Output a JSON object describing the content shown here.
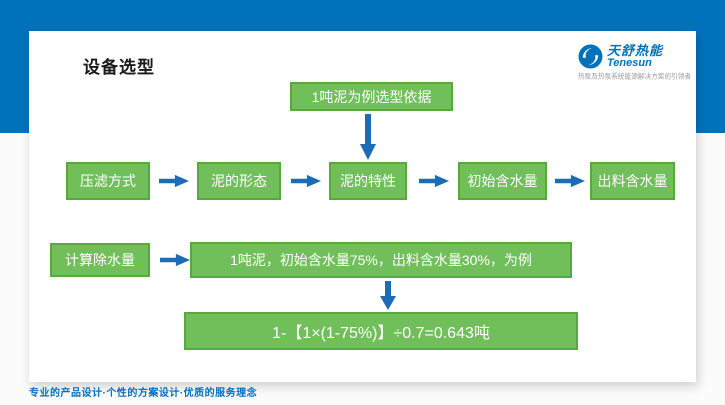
{
  "page": {
    "title": "设备选型",
    "footer": "专业的产品设计·个性的方案设计·优质的服务理念"
  },
  "logo": {
    "name_cn": "天舒热能",
    "name_en": "Tenesun",
    "tagline": "热泵及热泵系统能源解决方案的引领者"
  },
  "flow": {
    "top_box": "1吨泥为例选型依据",
    "steps": [
      "压滤方式",
      "泥的形态",
      "泥的特性",
      "初始含水量",
      "出料含水量"
    ],
    "calc_label": "计算除水量",
    "example": "1吨泥，初始含水量75%，出料含水量30%，为例",
    "formula": "1-【1×(1-75%)】÷0.7=0.643吨"
  },
  "colors": {
    "band_blue": "#0072BC",
    "box_green_fill": "#71BF5B",
    "box_green_border": "#57A93C",
    "arrow_blue": "#1E6CB5",
    "footer_blue": "#0070C0"
  }
}
